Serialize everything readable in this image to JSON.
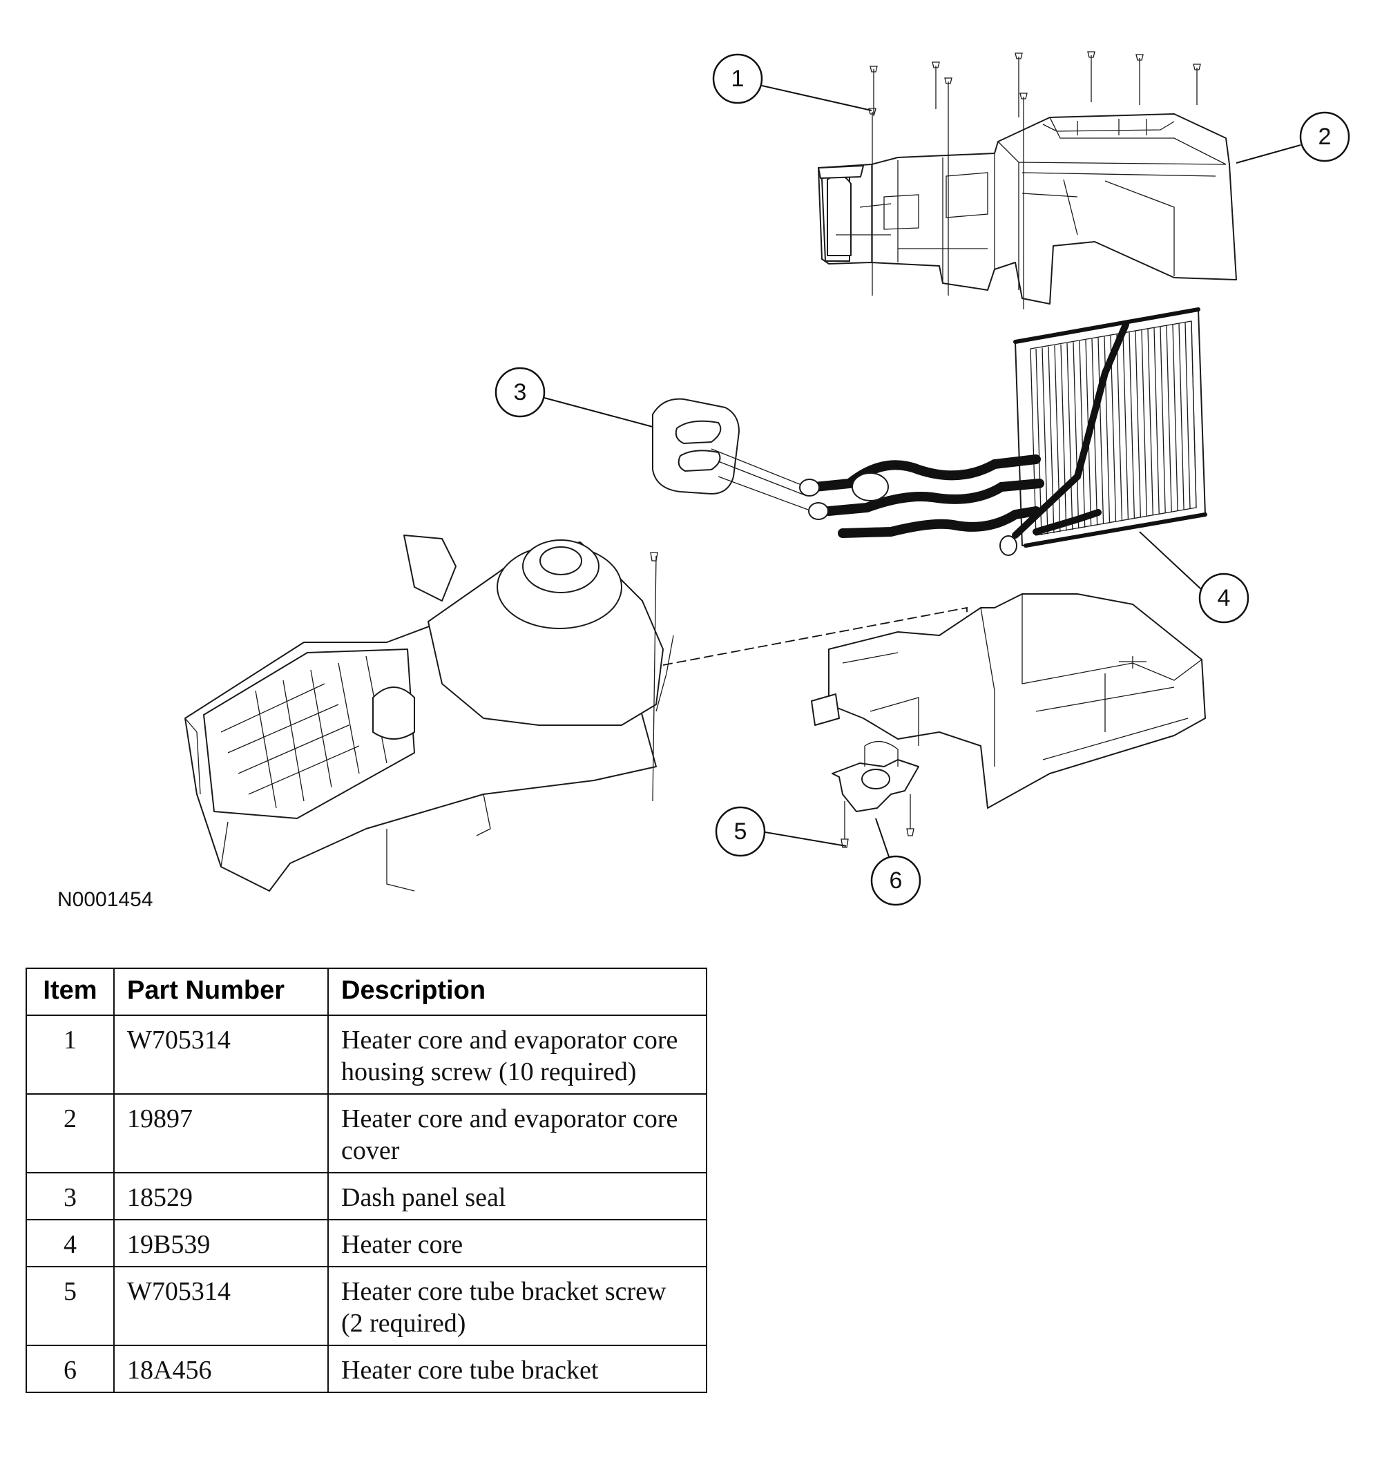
{
  "figure": {
    "id": "N0001454",
    "callouts": [
      "1",
      "2",
      "3",
      "4",
      "5",
      "6"
    ]
  },
  "table": {
    "headers": [
      "Item",
      "Part Number",
      "Description"
    ],
    "rows": [
      {
        "item": "1",
        "part_number": "W705314",
        "description": "Heater core and evaporator core housing screw (10 required)"
      },
      {
        "item": "2",
        "part_number": "19897",
        "description": "Heater core and evaporator core cover"
      },
      {
        "item": "3",
        "part_number": "18529",
        "description": "Dash panel seal"
      },
      {
        "item": "4",
        "part_number": "19B539",
        "description": "Heater core"
      },
      {
        "item": "5",
        "part_number": "W705314",
        "description": "Heater core tube bracket screw (2 required)"
      },
      {
        "item": "6",
        "part_number": "18A456",
        "description": "Heater core tube bracket"
      }
    ]
  }
}
